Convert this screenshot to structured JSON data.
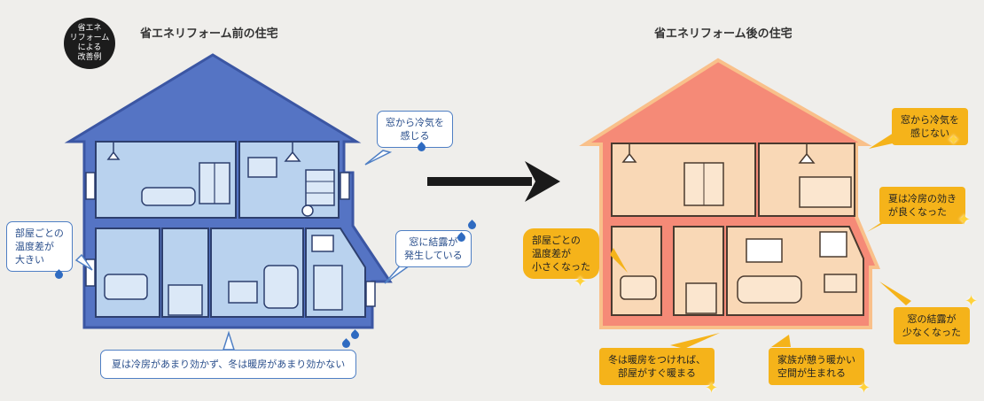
{
  "badge": {
    "line1": "省エネ",
    "line2": "リフォーム",
    "line3": "による",
    "line4": "改善例"
  },
  "before": {
    "title": "省エネリフォーム前の住宅",
    "bubbles": {
      "cold_window": {
        "line1": "窓から冷気を",
        "line2": "感じる"
      },
      "temp_diff": {
        "line1": "部屋ごとの",
        "line2": "温度差が",
        "line3": "大きい"
      },
      "condensation": {
        "line1": "窓に結露が",
        "line2": "発生している"
      },
      "hvac": {
        "line1": "夏は冷房があまり効かず、冬は暖房があまり効かない"
      }
    }
  },
  "after": {
    "title": "省エネリフォーム後の住宅",
    "bubbles": {
      "no_cold": {
        "line1": "窓から冷気を",
        "line2": "感じない"
      },
      "cooling": {
        "line1": "夏は冷房の効き",
        "line2": "が良くなった"
      },
      "temp_diff": {
        "line1": "部屋ごとの",
        "line2": "温度差が",
        "line3": "小さくなった"
      },
      "less_condensation": {
        "line1": "窓の結露が",
        "line2": "少なくなった"
      },
      "heating": {
        "line1": "冬は暖房をつければ、",
        "line2": "部屋がすぐ暖まる"
      },
      "family": {
        "line1": "家族が憩う暖かい",
        "line2": "空間が生まれる"
      }
    }
  },
  "colors": {
    "before_house": "#5574c4",
    "before_room": "#b9d2ee",
    "after_house": "#f58a77",
    "after_room": "#f9d8b6",
    "bubble_yellow": "#f5b31a",
    "arrow": "#1a1a1a"
  }
}
